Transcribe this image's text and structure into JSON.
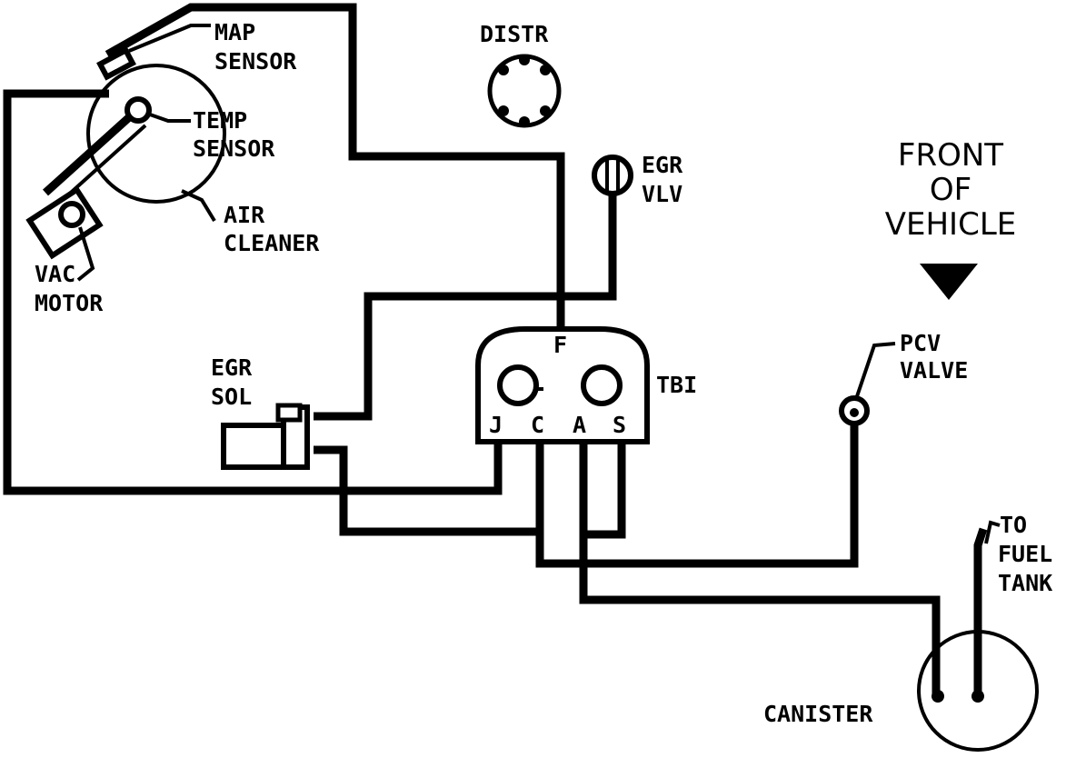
{
  "labels": {
    "map_sensor_1": "MAP",
    "map_sensor_2": "SENSOR",
    "temp_sensor_1": "TEMP",
    "temp_sensor_2": "SENSOR",
    "air_cleaner_1": "AIR",
    "air_cleaner_2": "CLEANER",
    "vac_motor_1": "VAC",
    "vac_motor_2": "MOTOR",
    "distr": "DISTR",
    "egr_vlv_1": "EGR",
    "egr_vlv_2": "VLV",
    "front_1": "FRONT",
    "front_2": "OF",
    "front_3": "VEHICLE",
    "egr_sol_1": "EGR",
    "egr_sol_2": "SOL",
    "tbi": "TBI",
    "port_f": "F",
    "port_j": "J",
    "port_c": "C",
    "port_a": "A",
    "port_s": "S",
    "pcv_1": "PCV",
    "pcv_2": "VALVE",
    "to_fuel_1": "TO",
    "to_fuel_2": "FUEL",
    "to_fuel_3": "TANK",
    "canister": "CANISTER"
  },
  "icons": {
    "front_arrow": "down-arrow-icon",
    "distributor": "distributor-cap-icon"
  },
  "colors": {
    "line": "#000000",
    "background": "#ffffff"
  }
}
